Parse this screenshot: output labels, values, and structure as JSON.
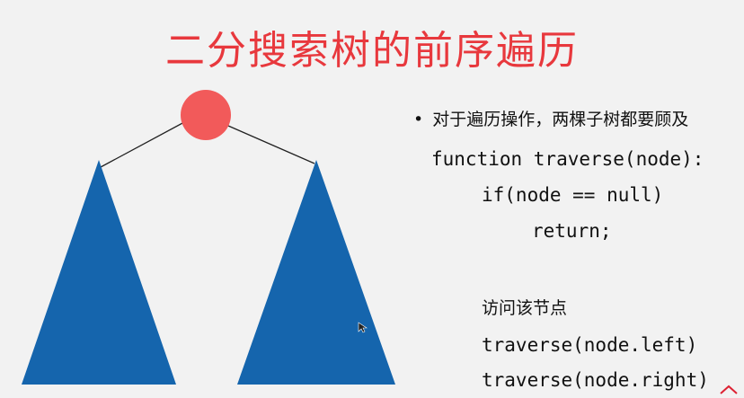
{
  "title": "二分搜索树的前序遍历",
  "bullet_text": "对于遍历操作，两棵子树都要顾及",
  "code": {
    "line1": "function traverse(node):",
    "line2": "if(node == null)",
    "line3": "return;",
    "visit": "访问该节点",
    "line5": "traverse(node.left)",
    "line6": "traverse(node.right)"
  },
  "colors": {
    "title": "#e8383d",
    "node": "#f25a5a",
    "subtree": "#1565ad",
    "background": "#f2f2f2"
  },
  "icons": {
    "root_node": "red-circle",
    "left_subtree": "blue-triangle",
    "right_subtree": "blue-triangle"
  }
}
